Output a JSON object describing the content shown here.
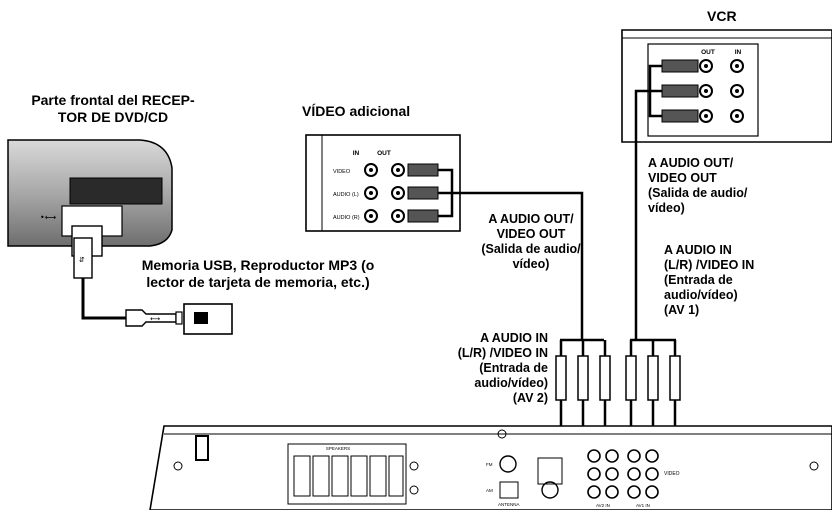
{
  "labels": {
    "receiver_front": [
      "Parte frontal del RECEP-",
      "TOR DE DVD/CD"
    ],
    "usb_device": [
      "Memoria USB, Reproductor MP3 (o",
      "lector de tarjeta de memoria, etc.)"
    ],
    "extra_video": "VÍDEO adicional",
    "vcr": "VCR",
    "extra_out": [
      "A AUDIO OUT/",
      "VIDEO OUT",
      "(Salida de audio/",
      "vídeo)"
    ],
    "vcr_out": [
      "A AUDIO OUT/",
      "VIDEO OUT",
      "(Salida de audio/",
      "vídeo)"
    ],
    "av1_in": [
      "A AUDIO IN",
      "(L/R) /VIDEO IN",
      "(Entrada de",
      "audio/vídeo)",
      "(AV 1)"
    ],
    "av2_in": [
      "A AUDIO IN",
      "(L/R) /VIDEO IN",
      "(Entrada de",
      "audio/vídeo)",
      "(AV 2)"
    ]
  },
  "panel_text": {
    "extra_in": "IN",
    "extra_out_col": "OUT",
    "extra_video_row": "VIDEO",
    "extra_audio_l_row": "AUDIO (L)",
    "extra_audio_r_row": "AUDIO (R)",
    "vcr_out_col": "OUT",
    "vcr_in_col": "IN",
    "av_in_left": "AV2 IN",
    "av_in_right": "AV1 IN",
    "video_tag": "VIDEO",
    "speakers": "SPEAKERS",
    "antenna": "ANTENNA",
    "fm": "FM",
    "am": "AM"
  },
  "colors": {
    "line": "#000000",
    "device_fill": "#ffffff",
    "receiver_grey": "#9a9a9a",
    "receiver_dark": "#5c5c5c"
  }
}
